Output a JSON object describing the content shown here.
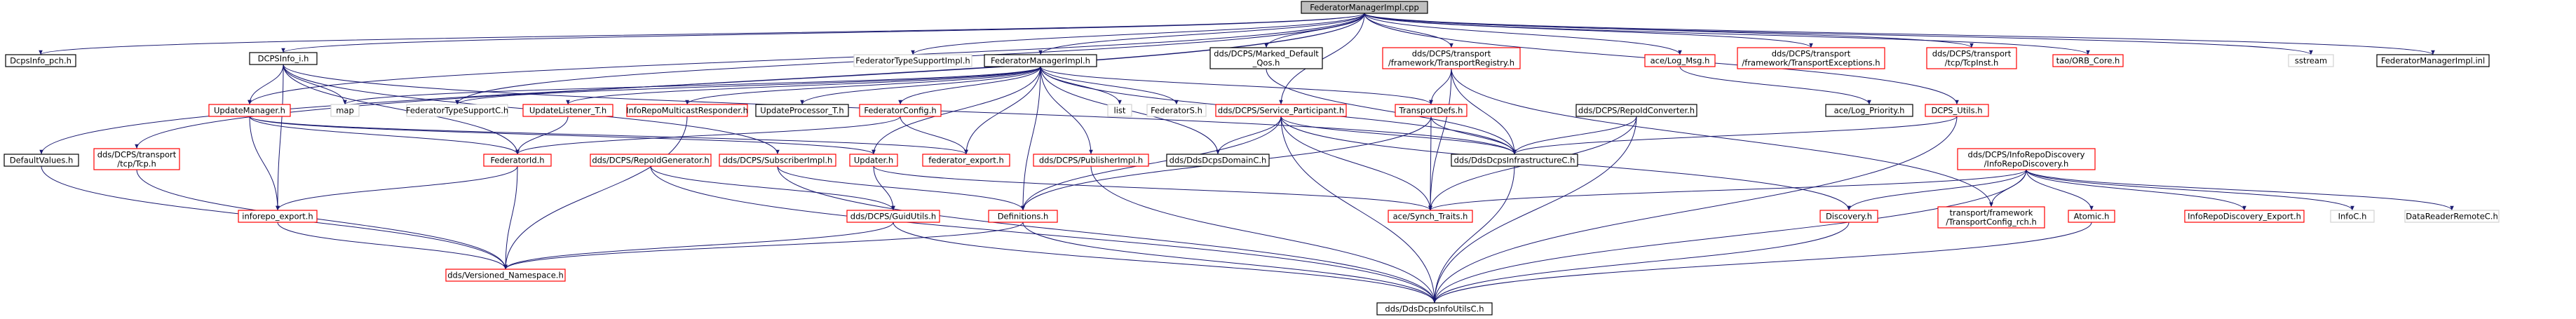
{
  "colors": {
    "root_fill": "#bfbfbf",
    "root_border": "#000000",
    "documented_border": "#000000",
    "undocumented_border": "#ff0000",
    "system_border": "#d3d3d3",
    "edge": "#191970",
    "background": "#ffffff"
  },
  "graph": {
    "root": "FederatorManagerImpl.cpp",
    "nodes": [
      {
        "id": "root",
        "label": "FederatorManagerImpl.cpp",
        "kind": "root"
      },
      {
        "id": "pch",
        "label": "DcpsInfo_pch.h",
        "kind": "documented"
      },
      {
        "id": "dcpsinfo_i",
        "label": "DCPSInfo_i.h",
        "kind": "documented"
      },
      {
        "id": "fedtypesupportimpl",
        "label": "FederatorTypeSupportImpl.h",
        "kind": "system"
      },
      {
        "id": "fedmgrimpl_h",
        "label": "FederatorManagerImpl.h",
        "kind": "documented"
      },
      {
        "id": "marked_default_qos",
        "label": "dds/DCPS/Marked_Default\n_Qos.h",
        "kind": "documented"
      },
      {
        "id": "transport_registry",
        "label": "dds/DCPS/transport\n/framework/TransportRegistry.h",
        "kind": "undocumented"
      },
      {
        "id": "ace_log_msg",
        "label": "ace/Log_Msg.h",
        "kind": "undocumented"
      },
      {
        "id": "transport_exceptions",
        "label": "dds/DCPS/transport\n/framework/TransportExceptions.h",
        "kind": "undocumented"
      },
      {
        "id": "tcp_inst",
        "label": "dds/DCPS/transport\n/tcp/TcpInst.h",
        "kind": "undocumented"
      },
      {
        "id": "tao_orb_core",
        "label": "tao/ORB_Core.h",
        "kind": "undocumented"
      },
      {
        "id": "sstream",
        "label": "sstream",
        "kind": "system"
      },
      {
        "id": "fedmgrimpl_inl",
        "label": "FederatorManagerImpl.inl",
        "kind": "documented"
      },
      {
        "id": "map",
        "label": "map",
        "kind": "system"
      },
      {
        "id": "fedtypesupportc",
        "label": "FederatorTypeSupportC.h",
        "kind": "system"
      },
      {
        "id": "update_listener",
        "label": "UpdateListener_T.h",
        "kind": "undocumented"
      },
      {
        "id": "inforepo_multicast",
        "label": "InfoRepoMulticastResponder.h",
        "kind": "undocumented"
      },
      {
        "id": "update_processor",
        "label": "UpdateProcessor_T.h",
        "kind": "documented"
      },
      {
        "id": "list",
        "label": "list",
        "kind": "system"
      },
      {
        "id": "federators",
        "label": "FederatorS.h",
        "kind": "system"
      },
      {
        "id": "service_participant",
        "label": "dds/DCPS/Service_Participant.h",
        "kind": "undocumented"
      },
      {
        "id": "transport_defs",
        "label": "TransportDefs.h",
        "kind": "undocumented"
      },
      {
        "id": "repoid_converter",
        "label": "dds/DCPS/RepoIdConverter.h",
        "kind": "documented"
      },
      {
        "id": "ace_log_priority",
        "label": "ace/Log_Priority.h",
        "kind": "documented"
      },
      {
        "id": "dcps_utils",
        "label": "DCPS_Utils.h",
        "kind": "undocumented"
      },
      {
        "id": "update_manager",
        "label": "UpdateManager.h",
        "kind": "undocumented"
      },
      {
        "id": "federator_config",
        "label": "FederatorConfig.h",
        "kind": "undocumented"
      },
      {
        "id": "default_values",
        "label": "DefaultValues.h",
        "kind": "documented"
      },
      {
        "id": "tcp_tcp",
        "label": "dds/DCPS/transport\n/tcp/Tcp.h",
        "kind": "undocumented"
      },
      {
        "id": "federator_id",
        "label": "FederatorId.h",
        "kind": "undocumented"
      },
      {
        "id": "repoid_generator",
        "label": "dds/DCPS/RepoIdGenerator.h",
        "kind": "undocumented"
      },
      {
        "id": "subscriber_impl",
        "label": "dds/DCPS/SubscriberImpl.h",
        "kind": "undocumented"
      },
      {
        "id": "federator_export",
        "label": "federator_export.h",
        "kind": "undocumented"
      },
      {
        "id": "updater",
        "label": "Updater.h",
        "kind": "undocumented"
      },
      {
        "id": "publisher_impl",
        "label": "dds/DCPS/PublisherImpl.h",
        "kind": "undocumented"
      },
      {
        "id": "dds_dcps_domainc",
        "label": "dds/DdsDcpsDomainC.h",
        "kind": "documented"
      },
      {
        "id": "dds_dcps_infrastructurec",
        "label": "dds/DdsDcpsInfrastructureC.h",
        "kind": "documented"
      },
      {
        "id": "inforepo_discovery",
        "label": "dds/DCPS/InfoRepoDiscovery\n/InfoRepoDiscovery.h",
        "kind": "undocumented"
      },
      {
        "id": "inforepo_export",
        "label": "inforepo_export.h",
        "kind": "undocumented"
      },
      {
        "id": "guid_utils",
        "label": "dds/DCPS/GuidUtils.h",
        "kind": "undocumented"
      },
      {
        "id": "definitions",
        "label": "Definitions.h",
        "kind": "undocumented"
      },
      {
        "id": "ace_synch_traits",
        "label": "ace/Synch_Traits.h",
        "kind": "undocumented"
      },
      {
        "id": "discovery",
        "label": "Discovery.h",
        "kind": "undocumented"
      },
      {
        "id": "transportconfig_rch",
        "label": "transport/framework\n/TransportConfig_rch.h",
        "kind": "undocumented"
      },
      {
        "id": "atomic",
        "label": "Atomic.h",
        "kind": "undocumented"
      },
      {
        "id": "inforepo_discovery_export",
        "label": "InfoRepoDiscovery_Export.h",
        "kind": "undocumented"
      },
      {
        "id": "infoc",
        "label": "InfoC.h",
        "kind": "system"
      },
      {
        "id": "datareader_remotec",
        "label": "DataReaderRemoteC.h",
        "kind": "system"
      },
      {
        "id": "versioned_namespace",
        "label": "dds/Versioned_Namespace.h",
        "kind": "undocumented"
      },
      {
        "id": "dds_dcps_infoutilsc",
        "label": "dds/DdsDcpsInfoUtilsC.h",
        "kind": "documented"
      }
    ]
  }
}
